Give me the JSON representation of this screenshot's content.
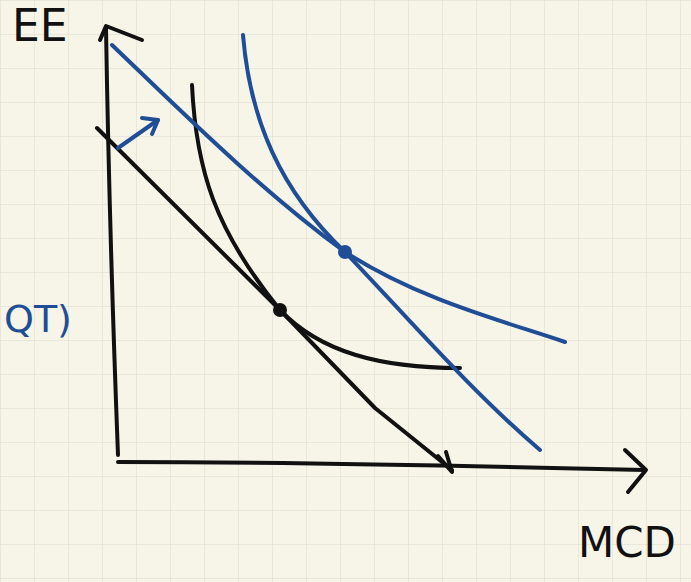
{
  "diagram": {
    "labels": [
      "EE",
      "MCD",
      "QT)"
    ]
  }
}
